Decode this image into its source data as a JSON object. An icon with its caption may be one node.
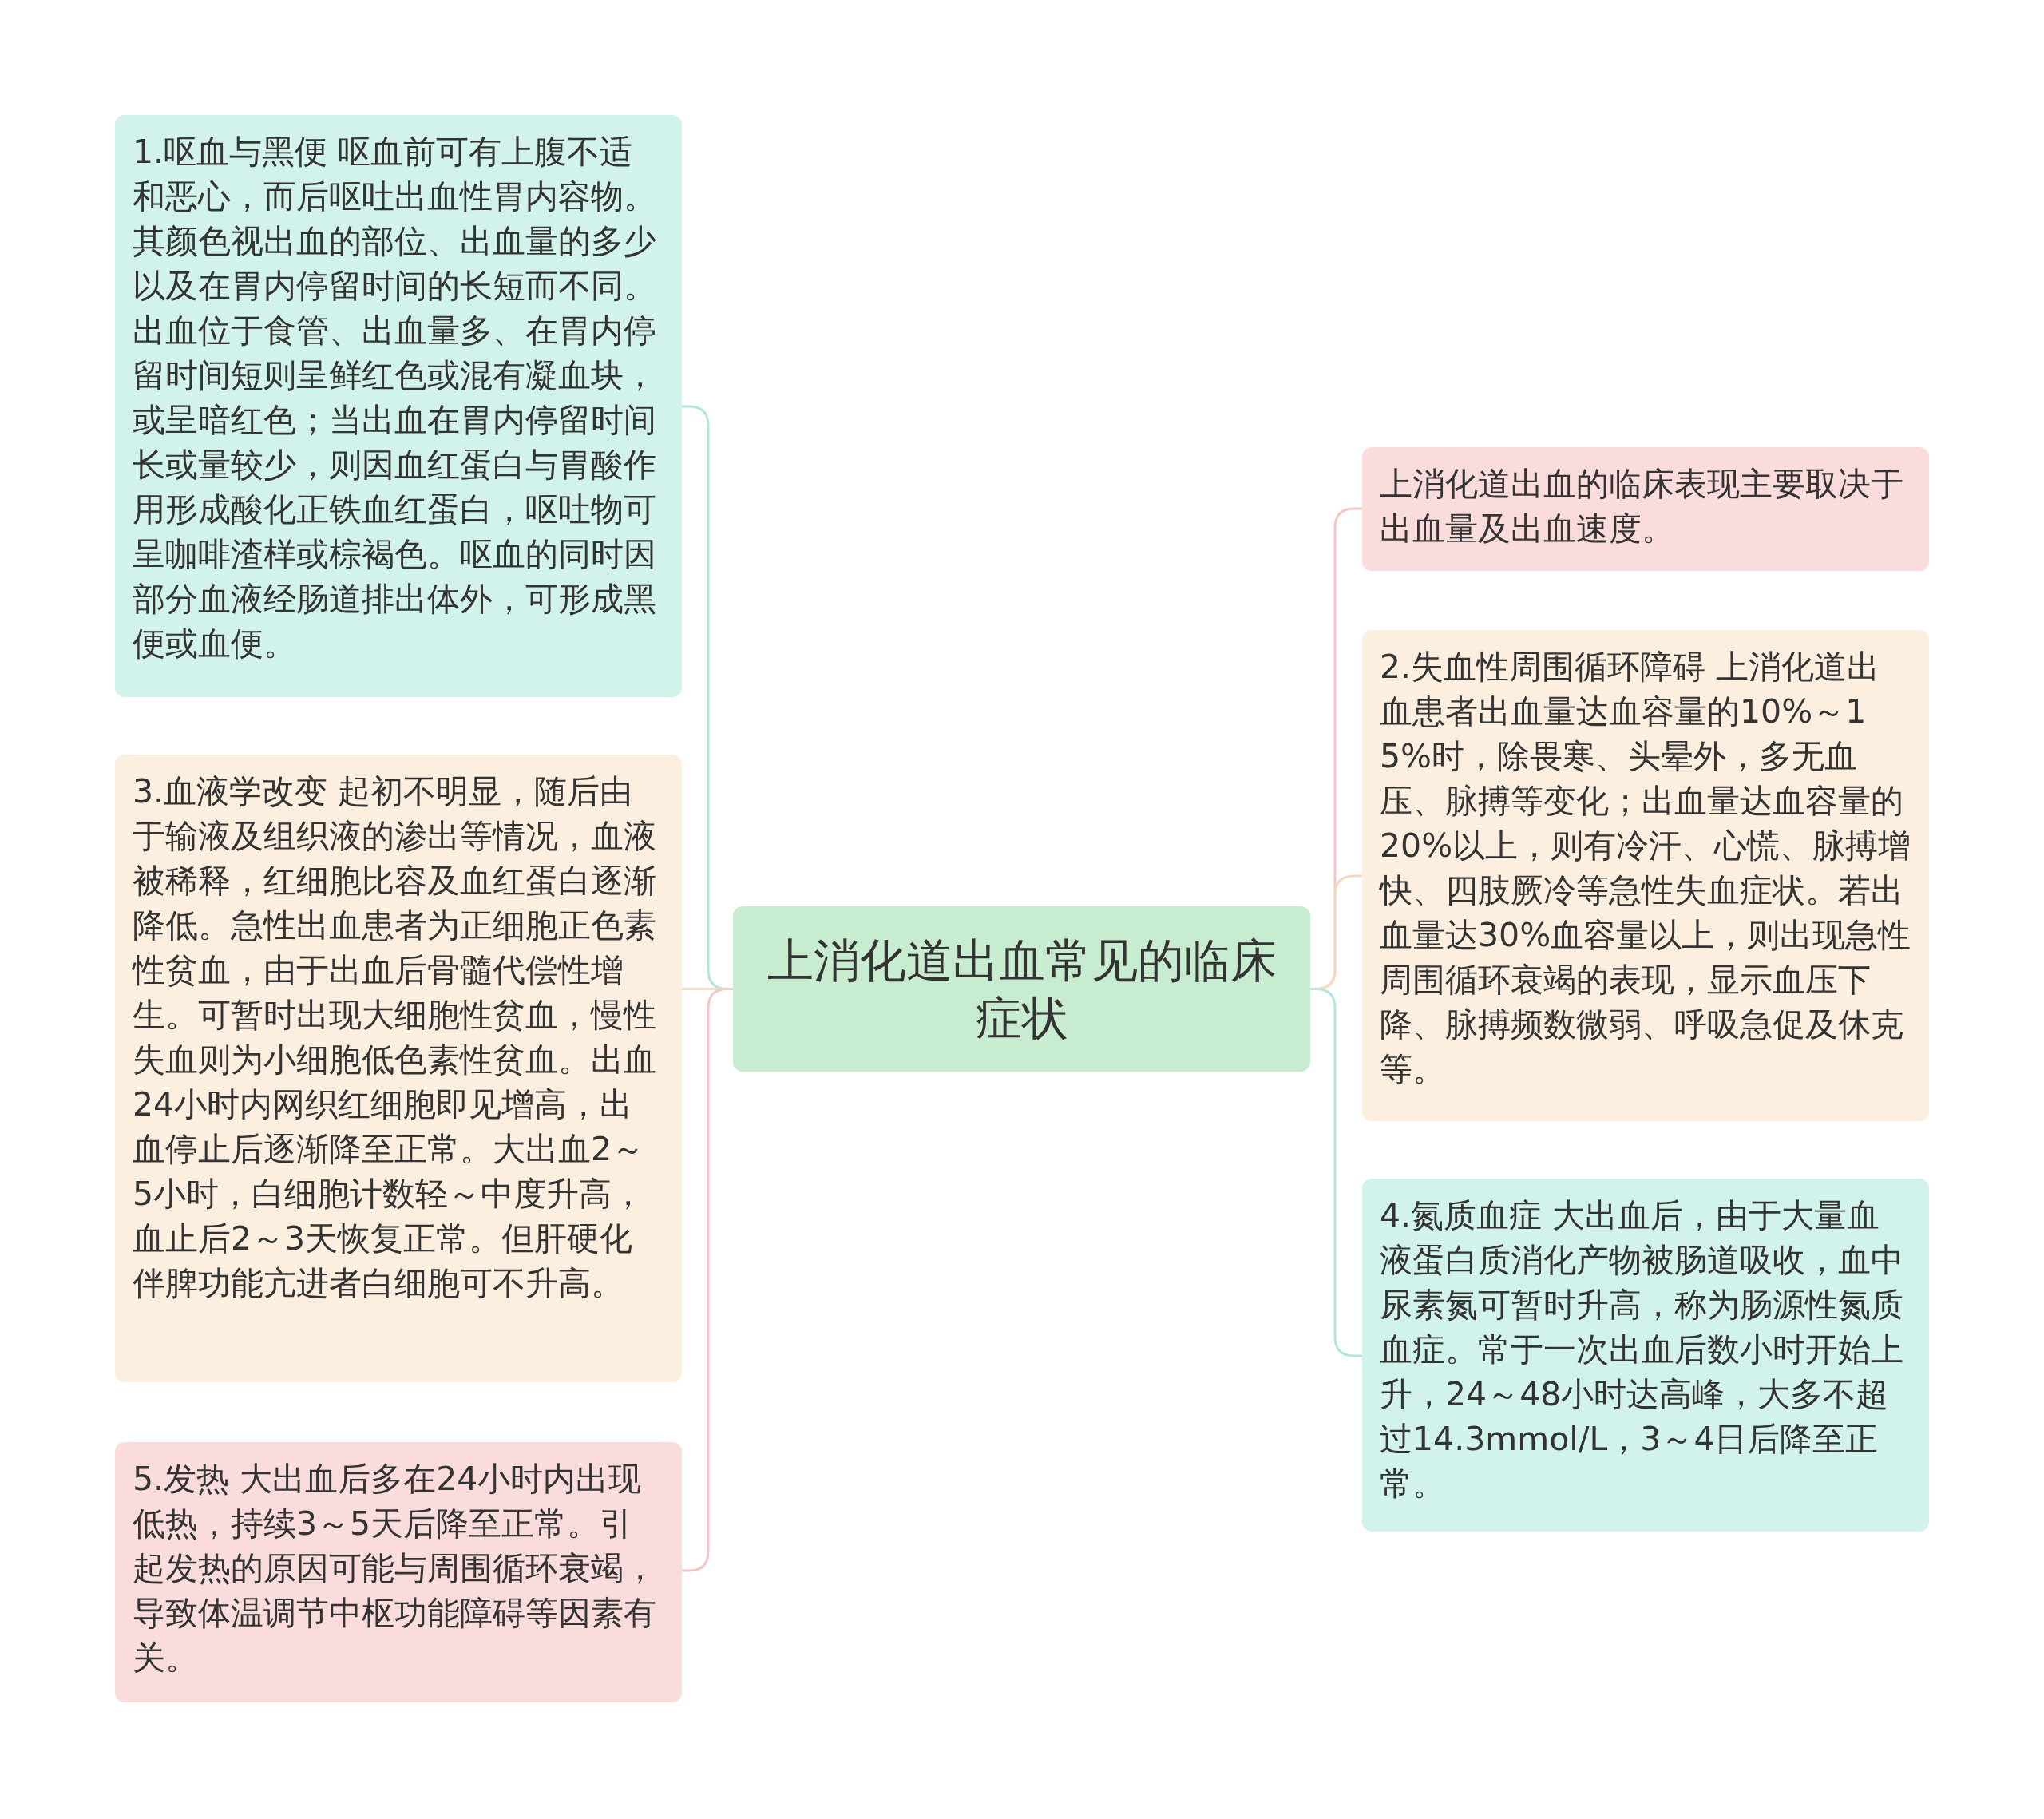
{
  "diagram": {
    "nodes": [
      {
        "text": [
          "上消化道出血常见的临床症状"
        ]
      },
      {
        "text": [
          "1.呕血与黑便 呕血前可有上腹不适和恶心，而后呕吐出血性胃内容物。其颜色视出血的部位、出血量的多少以及在胃内停留时间的长短而不同。出血位于食管、出血量多、在胃内停留时间短则呈鲜红色或混有凝血块，或呈暗红色；当出血在胃内停留时间长或量较少，则因血红蛋白与胃酸作用形成酸化正铁血红蛋白，呕吐物可呈咖啡渣样或棕褐色。呕血的同时因部分血液经肠道排出体外，可形成黑便或血便。"
        ]
      },
      {
        "text": [
          "3.血液学改变 起初不明显，随后由于输液及组织液的渗出等情况，血液被稀释，红细胞比容及血红蛋白逐渐降低。急性出血患者为正细胞正色素性贫血，由于出血后骨髓代偿性增生。可暂时出现大细胞性贫血，慢性失血则为小细胞低色素性贫血。出血24小时内网织红细胞即见增高，出血停止后逐渐降至正常。大出血2～5小时，白细胞计数轻～中度升高，血止后2～3天恢复正常。但肝硬化伴脾功能亢进者白细胞可不升高。"
        ]
      },
      {
        "text": [
          "5.发热 大出血后多在24小时内出现低热，持续3～5天后降至正常。引起发热的原因可能与周围循环衰竭，导致体温调节中枢功能障碍等因素有关。"
        ]
      },
      {
        "text": [
          "上消化道出血的临床表现主要取决于出血量及出血速度。"
        ]
      },
      {
        "text": [
          "2.失血性周围循环障碍 上消化道出血患者出血量达血容量的10%～15%时，除畏寒、头晕外，多无血压、脉搏等变化；出血量达血容量的20%以上，则有冷汗、心慌、脉搏增快、四肢厥冷等急性失血症状。若出血量达30%血容量以上，则出现急性周围循环衰竭的表现，显示血压下降、脉搏频数微弱、呼吸急促及休克等。"
        ]
      },
      {
        "text": [
          "4.氮质血症 大出血后，由于大量血液蛋白质消化产物被肠道吸收，血中尿素氮可暂时升高，称为肠源性氮质血症。常于一次出血后数小时开始上升，24～48小时达高峰，大多不超过14.3mmol/L，3～4日后降至正常。"
        ]
      }
    ],
    "edges": [
      {
        "from": 0,
        "to": 1,
        "arrow": "none",
        "color": "#b5e6de"
      },
      {
        "from": 0,
        "to": 2,
        "arrow": "none",
        "color": "#f7d9c0"
      },
      {
        "from": 0,
        "to": 3,
        "arrow": "none",
        "color": "#f5c6c6"
      },
      {
        "from": 0,
        "to": 4,
        "arrow": "none",
        "color": "#f5c6c6"
      },
      {
        "from": 0,
        "to": 5,
        "arrow": "none",
        "color": "#f7d9c0"
      },
      {
        "from": 0,
        "to": 6,
        "arrow": "none",
        "color": "#b5e6de"
      }
    ]
  }
}
